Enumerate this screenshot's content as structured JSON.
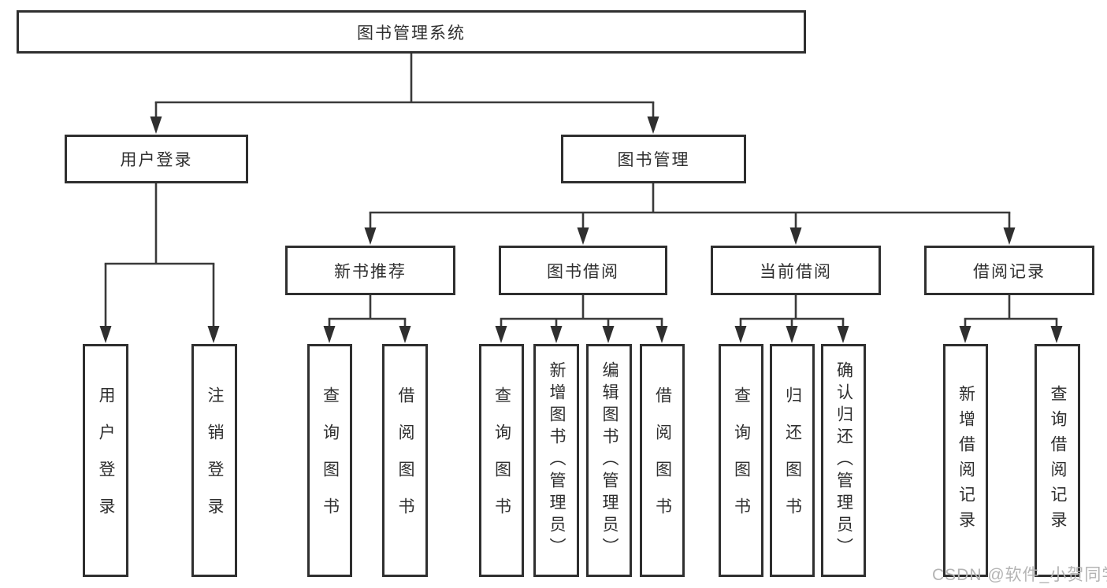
{
  "diagram": {
    "title": "图书管理系统",
    "tree": {
      "label": "图书管理系统",
      "children": [
        {
          "label": "用户登录",
          "children": [
            {
              "label": "用户登录"
            },
            {
              "label": "注销登录"
            }
          ]
        },
        {
          "label": "图书管理",
          "children": [
            {
              "label": "新书推荐",
              "children": [
                {
                  "label": "查询图书"
                },
                {
                  "label": "借阅图书"
                }
              ]
            },
            {
              "label": "图书借阅",
              "children": [
                {
                  "label": "查询图书"
                },
                {
                  "label": "新增图书（管理员）"
                },
                {
                  "label": "编辑图书（管理员）"
                },
                {
                  "label": "借阅图书"
                }
              ]
            },
            {
              "label": "当前借阅",
              "children": [
                {
                  "label": "查询图书"
                },
                {
                  "label": "归还图书"
                },
                {
                  "label": "确认归还（管理员）"
                }
              ]
            },
            {
              "label": "借阅记录",
              "children": [
                {
                  "label": "新增借阅记录"
                },
                {
                  "label": "查询借阅记录"
                }
              ]
            }
          ]
        }
      ]
    },
    "colors": {
      "line": "#3a3a3a",
      "box_border": "#2f2f2f",
      "text": "#2f2f2f",
      "background": "#ffffff",
      "watermark": "#b4b4b4"
    }
  },
  "watermark": {
    "text": "CSDN @软件_小贺同学"
  }
}
